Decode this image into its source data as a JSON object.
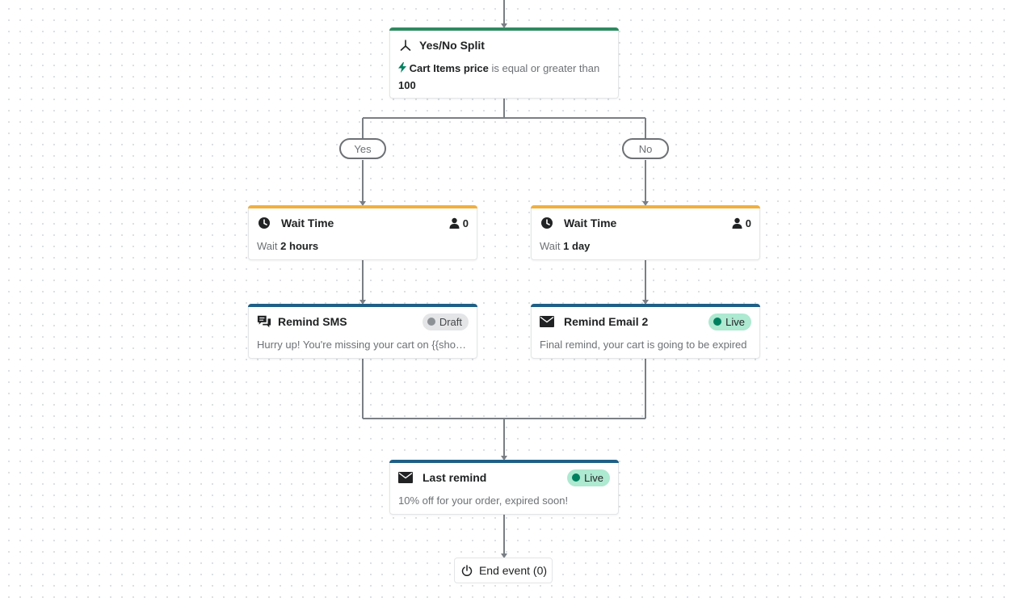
{
  "colors": {
    "split_accent": "#2e8a5f",
    "wait_accent": "#f0b03f",
    "message_accent": "#1f5f86",
    "connector": "#7a7f85",
    "live_badge_bg": "#aee9d1",
    "live_dot": "#007f5f",
    "draft_badge_bg": "#e4e5e7"
  },
  "split": {
    "title": "Yes/No Split",
    "icon": "split-icon",
    "condition_field": "Cart Items price",
    "condition_operator": "is equal or greater than",
    "condition_value": "100"
  },
  "branches": {
    "yes_label": "Yes",
    "no_label": "No"
  },
  "wait_left": {
    "title": "Wait Time",
    "icon": "clock-icon",
    "count": "0",
    "prefix": "Wait",
    "duration": "2 hours"
  },
  "wait_right": {
    "title": "Wait Time",
    "icon": "clock-icon",
    "count": "0",
    "prefix": "Wait",
    "duration": "1 day"
  },
  "sms": {
    "title": "Remind SMS",
    "icon": "chat-icon",
    "status": "Draft",
    "preview": "Hurry up! You're missing your cart on {{shop..."
  },
  "email2": {
    "title": "Remind Email 2",
    "icon": "envelope-icon",
    "status": "Live",
    "preview": "Final remind, your cart is going to be expired"
  },
  "last": {
    "title": "Last remind",
    "icon": "envelope-icon",
    "status": "Live",
    "preview": "10% off for your order, expired soon!"
  },
  "end_event": {
    "label": "End event (0)",
    "icon": "power-icon"
  }
}
